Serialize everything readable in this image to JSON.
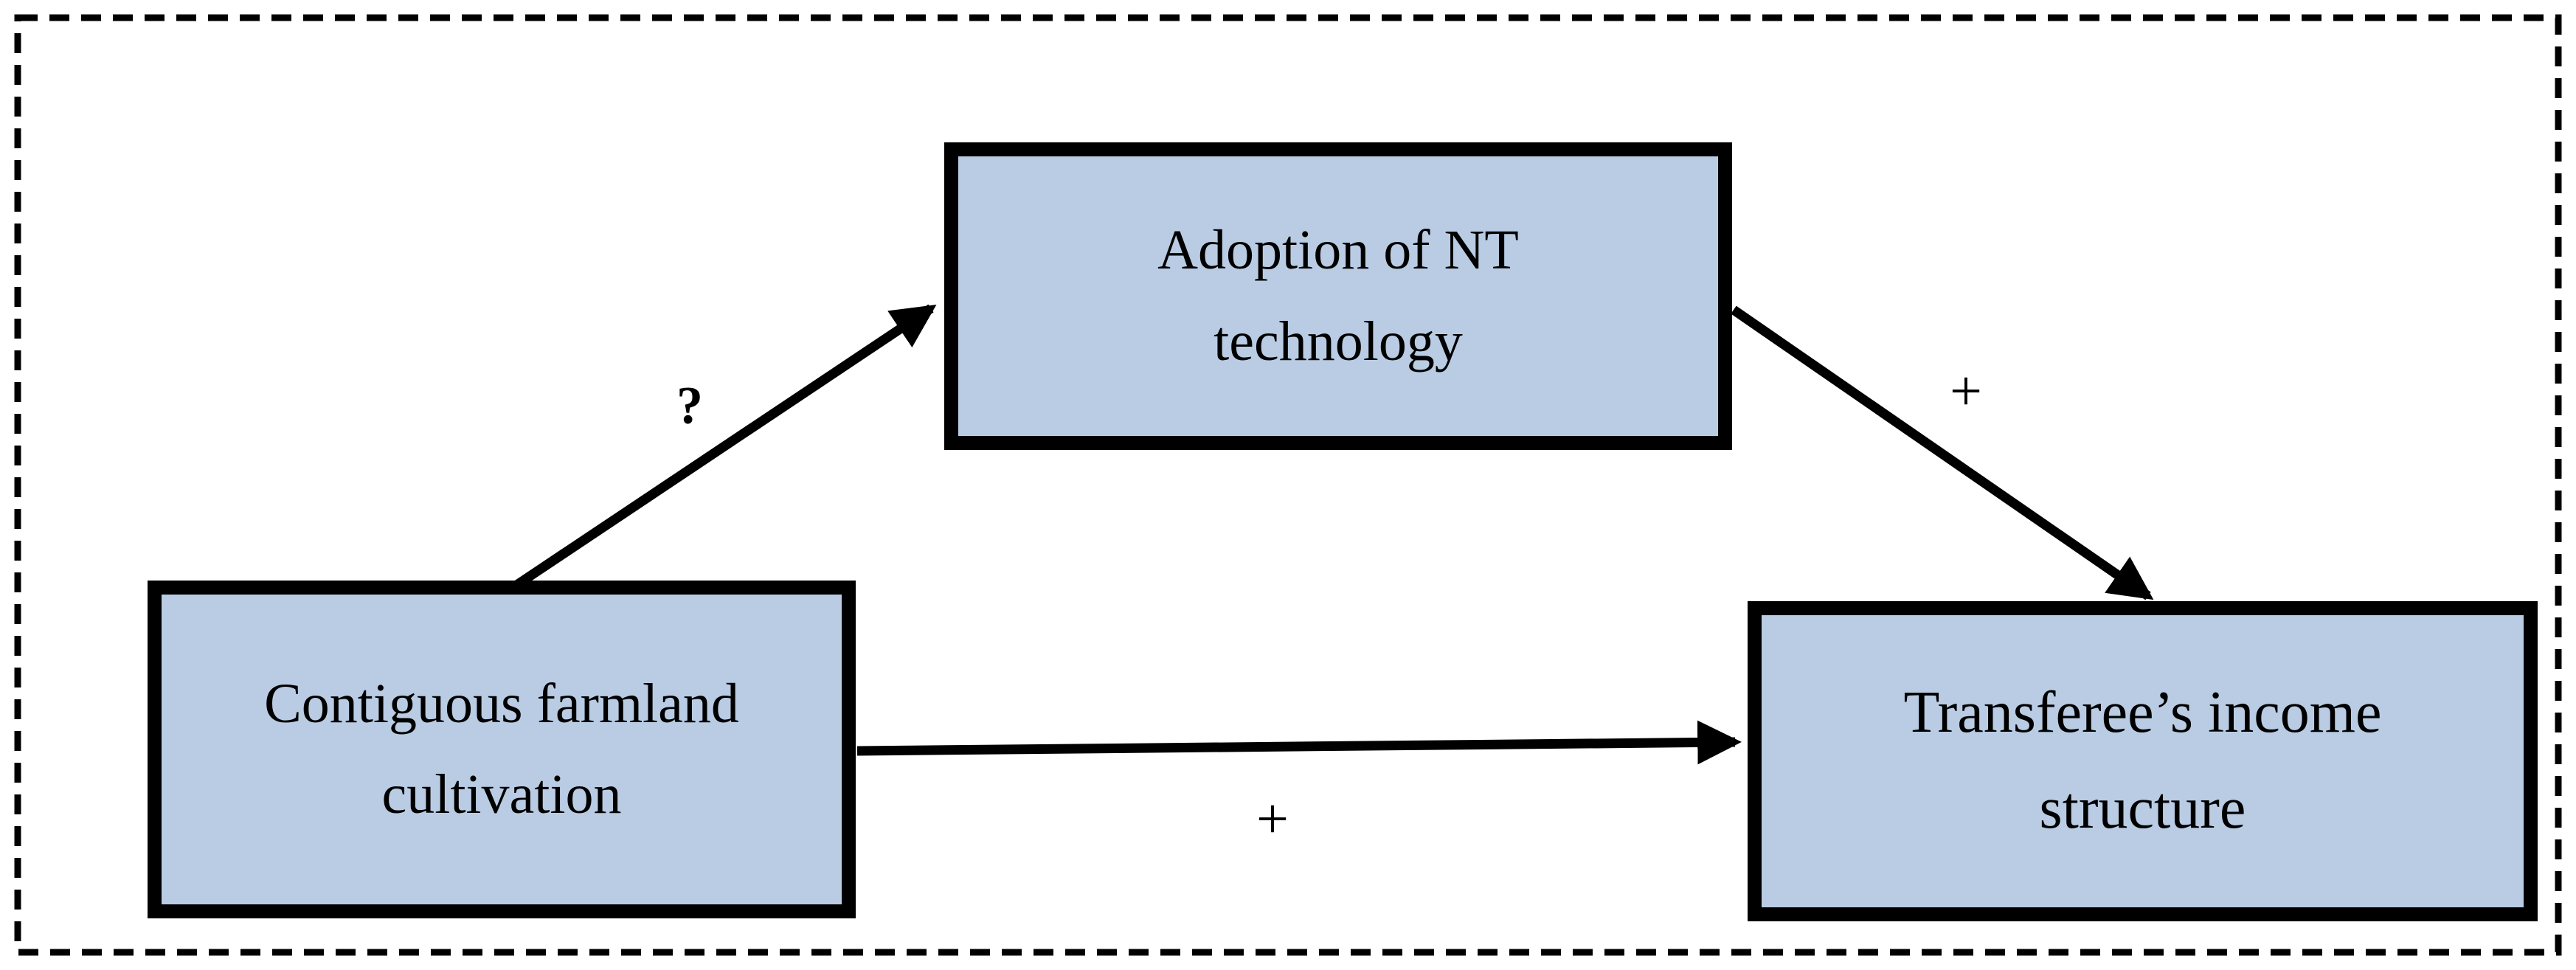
{
  "figure": {
    "nodes": {
      "source": {
        "line1": "Contiguous farmland",
        "line2": "cultivation"
      },
      "mediator": {
        "line1": "Adoption of NT",
        "line2": "technology"
      },
      "outcome": {
        "line1": "Transferee’s income",
        "line2": "structure"
      }
    },
    "edge_labels": {
      "source_to_mediator": "?",
      "mediator_to_outcome": "+",
      "source_to_outcome": "+"
    },
    "colors": {
      "node_fill": "#b9cce4",
      "node_border": "#000000",
      "arrow": "#000000",
      "frame_border": "#000000",
      "background": "#ffffff"
    }
  }
}
